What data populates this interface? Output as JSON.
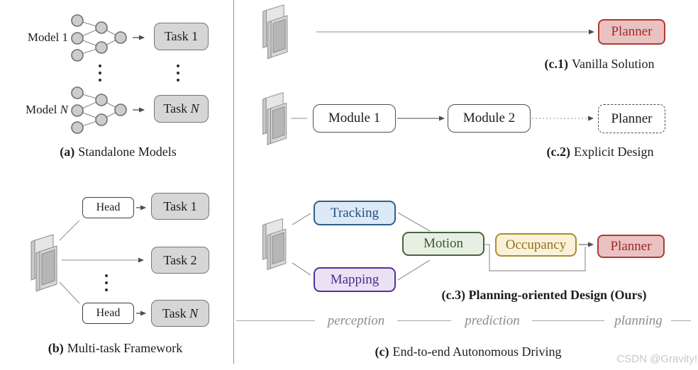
{
  "colors": {
    "task_box_fill": "#d6d6d6",
    "task_box_border": "#757575",
    "planner_fill": "#eac2c2",
    "planner_border": "#b03a30",
    "planner_text": "#9f2b23",
    "tracking_fill": "#dce9f6",
    "tracking_border": "#2e5f8c",
    "mapping_fill": "#e9e2f4",
    "mapping_border": "#5b2d9a",
    "motion_fill": "#e7efe2",
    "motion_border": "#47653c",
    "occupancy_fill": "#faf1d8",
    "occupancy_border": "#ad8b2c",
    "connector_gray": "#8f8f8f",
    "stage_text": "#8c8c8c",
    "watermark_text": "#c6c8cf"
  },
  "panel_a": {
    "model1_label": "Model 1",
    "modelN_prefix": "Model ",
    "modelN_var": "N",
    "task1_label": "Task 1",
    "taskN_prefix": "Task ",
    "taskN_var": "N",
    "caption_bold": "(a)",
    "caption_text": "Standalone Models"
  },
  "panel_b": {
    "head_top_label": "Head",
    "head_bottom_label": "Head",
    "task1_label": "Task 1",
    "task2_label": "Task 2",
    "taskN_prefix": "Task ",
    "taskN_var": "N",
    "caption_bold": "(b)",
    "caption_text": "Multi-task Framework"
  },
  "panel_c1": {
    "planner_label": "Planner",
    "caption_bold": "(c.1)",
    "caption_text": "Vanilla Solution"
  },
  "panel_c2": {
    "module1_label": "Module 1",
    "module2_label": "Module 2",
    "planner_label": "Planner",
    "caption_bold": "(c.2)",
    "caption_text": "Explicit Design"
  },
  "panel_c3": {
    "tracking_label": "Tracking",
    "mapping_label": "Mapping",
    "motion_label": "Motion",
    "occupancy_label": "Occupancy",
    "planner_label": "Planner",
    "caption": "(c.3) Planning-oriented Design (Ours)"
  },
  "stage_axis": {
    "perception": "perception",
    "prediction": "prediction",
    "planning": "planning"
  },
  "panel_c_caption": {
    "bold": "(c)",
    "text": "End-to-end Autonomous Driving"
  },
  "watermark": "CSDN @Gravity!"
}
